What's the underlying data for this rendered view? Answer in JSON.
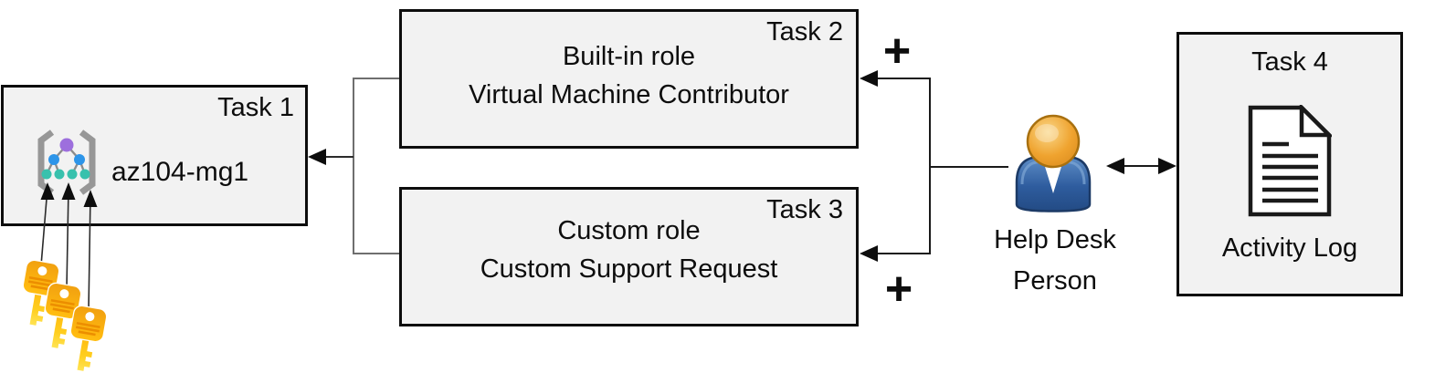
{
  "boxes": {
    "task1": {
      "tag": "Task 1",
      "name": "az104-mg1"
    },
    "task2": {
      "tag": "Task 2",
      "lines": [
        "Built-in role",
        "Virtual Machine Contributor"
      ]
    },
    "task3": {
      "tag": "Task 3",
      "lines": [
        "Custom role",
        "Custom Support Request"
      ]
    },
    "task4": {
      "tag": "Task 4",
      "caption": "Activity Log"
    }
  },
  "person": {
    "line1": "Help Desk",
    "line2": "Person"
  },
  "operators": {
    "plus_top": "+",
    "plus_bottom": "+"
  },
  "icons": {
    "task1_icon": "management-group-icon",
    "task4_icon": "document-icon",
    "actor_icon": "person-icon",
    "credential_icon": "key-icon"
  },
  "colors": {
    "box_fill": "#f2f2f2",
    "box_border": "#0d0d0d",
    "mg_purple": "#9d6fdd",
    "mg_blue": "#2d95e9",
    "mg_teal": "#38c1ad",
    "mg_bracket_gray": "#979797",
    "key_gold": "#ffc21e",
    "key_stripe": "#ec8e00",
    "person_body_blue": "#2e5c9e",
    "person_head_gold": "#eca335",
    "connector_black": "#1a1a1a",
    "connector_gray": "#6e6e6e"
  }
}
